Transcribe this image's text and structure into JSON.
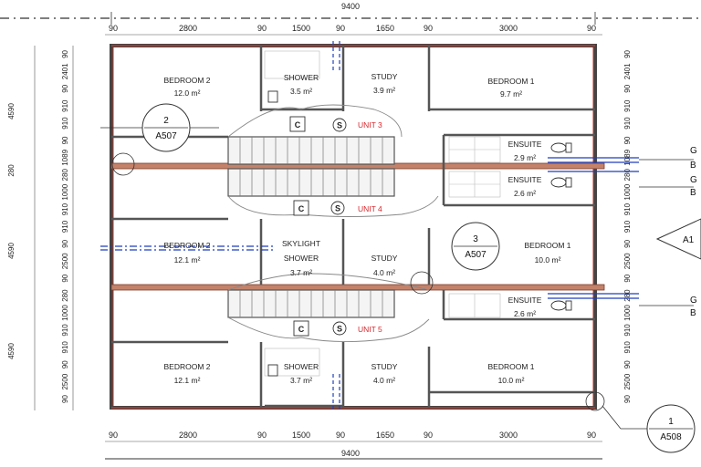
{
  "dimensions": {
    "overall_top": "9400",
    "overall_bottom": "9400",
    "top_segments": [
      "90",
      "2800",
      "90",
      "1500",
      "90",
      "1650",
      "90",
      "3000",
      "90"
    ],
    "bottom_segments": [
      "90",
      "2800",
      "90",
      "1500",
      "90",
      "1650",
      "90",
      "3000",
      "90"
    ],
    "left_outer": [
      "4590",
      "280",
      "4590"
    ],
    "left_inner": [
      "90",
      "2401",
      "90",
      "910",
      "910",
      "90",
      "1089",
      "280",
      "1000",
      "910",
      "910",
      "90",
      "2500",
      "90",
      "280",
      "1000",
      "910",
      "910",
      "90",
      "2500",
      "90"
    ],
    "right_inner": [
      "90",
      "2401",
      "90",
      "910",
      "910",
      "90",
      "1089",
      "280",
      "1000",
      "910",
      "910",
      "90",
      "2500",
      "90",
      "280",
      "1000",
      "910",
      "910",
      "90",
      "2500",
      "90"
    ]
  },
  "units": [
    "UNIT 3",
    "UNIT 4",
    "UNIT 5"
  ],
  "circulation": {
    "c": "C",
    "s": "S"
  },
  "rooms": {
    "u3_bed2": {
      "name": "BEDROOM 2",
      "area": "12.0 m²"
    },
    "u3_shower": {
      "name": "SHOWER",
      "area": "3.5 m²"
    },
    "u3_study": {
      "name": "STUDY",
      "area": "3.9 m²"
    },
    "u3_bed1": {
      "name": "BEDROOM 1",
      "area": "9.7 m²"
    },
    "u3_ensuite": {
      "name": "ENSUITE",
      "area": "2.9 m²"
    },
    "u4_ensuite": {
      "name": "ENSUITE",
      "area": "2.6 m²"
    },
    "u4_bed2": {
      "name": "BEDROOM 2",
      "area": "12.1 m²"
    },
    "u4_skylight": "SKYLIGHT",
    "u4_shower": {
      "name": "SHOWER",
      "area": "3.7 m²"
    },
    "u4_study": {
      "name": "STUDY",
      "area": "4.0 m²"
    },
    "u4_bed1": {
      "name": "BEDROOM 1",
      "area": "10.0 m²"
    },
    "u5_ensuite": {
      "name": "ENSUITE",
      "area": "2.6 m²"
    },
    "u5_bed2": {
      "name": "BEDROOM 2",
      "area": "12.1 m²"
    },
    "u5_shower": {
      "name": "SHOWER",
      "area": "3.7 m²"
    },
    "u5_study": {
      "name": "STUDY",
      "area": "4.0 m²"
    },
    "u5_bed1": {
      "name": "BEDROOM 1",
      "area": "10.0 m²"
    }
  },
  "section_refs": [
    {
      "num": "2",
      "sheet": "A507"
    },
    {
      "num": "3",
      "sheet": "A507"
    },
    {
      "num": "1",
      "sheet": "A508"
    }
  ],
  "edge_refs": [
    "A1",
    "G",
    "B",
    "G",
    "B",
    "G",
    "B"
  ],
  "colors": {
    "wall": "#444444",
    "party_wall": "#c0392b",
    "accent_red": "#d8262b",
    "accent_blue": "#1f3fbf"
  }
}
